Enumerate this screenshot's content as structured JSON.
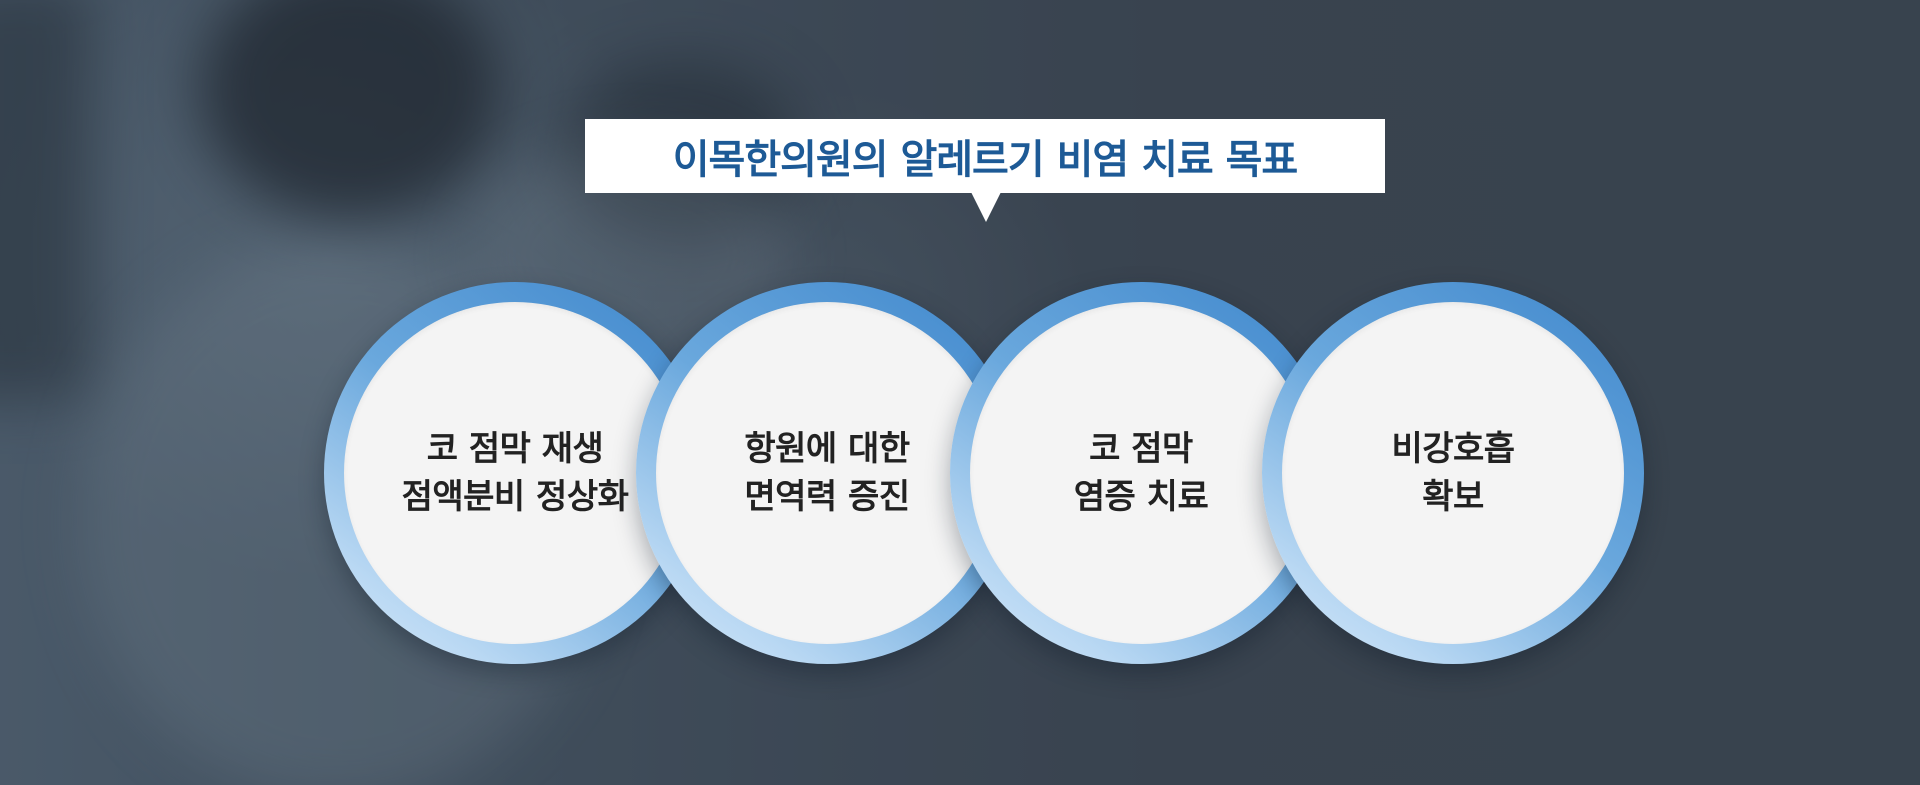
{
  "title": "이목한의원의 알레르기 비염 치료 목표",
  "goals": [
    {
      "line1": "코 점막 재생",
      "line2": "점액분비 정상화"
    },
    {
      "line1": "항원에 대한",
      "line2": "면역력 증진"
    },
    {
      "line1": "코 점막",
      "line2": "염증 치료"
    },
    {
      "line1": "비강호흡",
      "line2": "확보"
    }
  ],
  "colors": {
    "title_text": "#1d5a96",
    "ring_dark": "#3f87cc",
    "ring_light": "#d9eaf9",
    "circle_fill": "#f4f4f4",
    "background": "#3d4753"
  }
}
